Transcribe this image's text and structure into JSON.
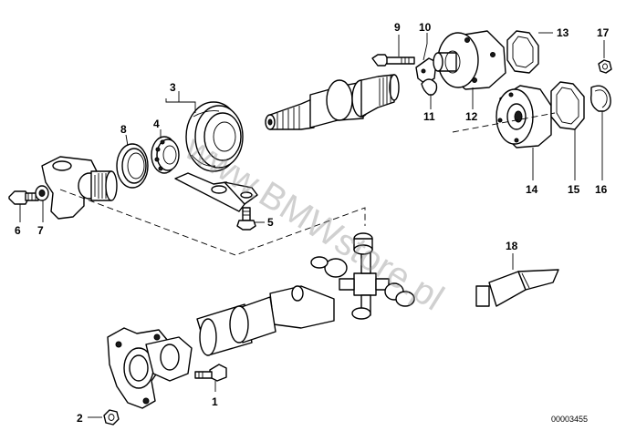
{
  "diagram": {
    "callouts": [
      "1",
      "2",
      "3",
      "4",
      "5",
      "6",
      "7",
      "8",
      "9",
      "10",
      "11",
      "12",
      "13",
      "14",
      "15",
      "16",
      "17",
      "18"
    ],
    "catalog_number": "00003455",
    "watermark": "www.BMWstore.pl"
  }
}
